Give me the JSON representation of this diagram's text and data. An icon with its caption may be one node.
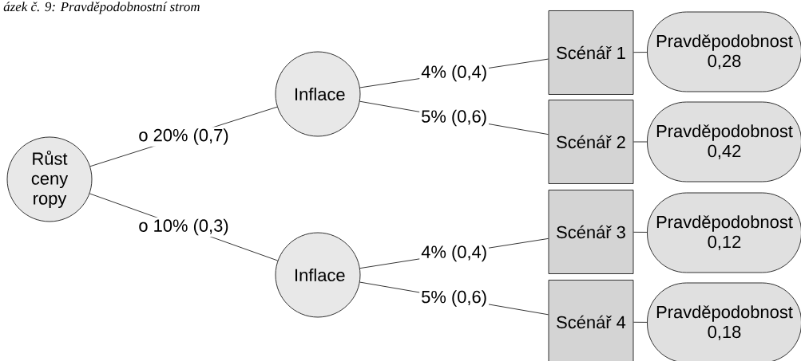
{
  "diagram": {
    "title": "ázek č. 9: Pravděpodobnostní strom",
    "nodes": [
      {
        "text": [
          "Růst ceny ropy"
        ]
      },
      {
        "text": [
          "Inflace"
        ]
      },
      {
        "text": [
          "Inflace"
        ]
      },
      {
        "text": [
          "Scénář 1"
        ]
      },
      {
        "text": [
          "Scénář 2"
        ]
      },
      {
        "text": [
          "Scénář 3"
        ]
      },
      {
        "text": [
          "Scénář 4"
        ]
      },
      {
        "text": [
          "Pravděpodobnost",
          "0,28"
        ]
      },
      {
        "text": [
          "Pravděpodobnost",
          "0,42"
        ]
      },
      {
        "text": [
          "Pravděpodobnost",
          "0,12"
        ]
      },
      {
        "text": [
          "Pravděpodobnost",
          "0,18"
        ]
      }
    ],
    "edges": [
      {
        "from": 0,
        "to": 1,
        "arrow": "none",
        "label": "o 20%   (0,7)"
      },
      {
        "from": 0,
        "to": 2,
        "arrow": "none",
        "label": "o 10%   (0,3)"
      },
      {
        "from": 1,
        "to": 3,
        "arrow": "none",
        "label": "4%   (0,4)"
      },
      {
        "from": 1,
        "to": 4,
        "arrow": "none",
        "label": "5%   (0,6)"
      },
      {
        "from": 2,
        "to": 5,
        "arrow": "none",
        "label": "4%   (0,4)"
      },
      {
        "from": 2,
        "to": 6,
        "arrow": "none",
        "label": "5%   (0,6)"
      },
      {
        "from": 3,
        "to": 7,
        "arrow": "none"
      },
      {
        "from": 4,
        "to": 8,
        "arrow": "none"
      },
      {
        "from": 5,
        "to": 9,
        "arrow": "none"
      },
      {
        "from": 6,
        "to": 10,
        "arrow": "none"
      }
    ]
  }
}
